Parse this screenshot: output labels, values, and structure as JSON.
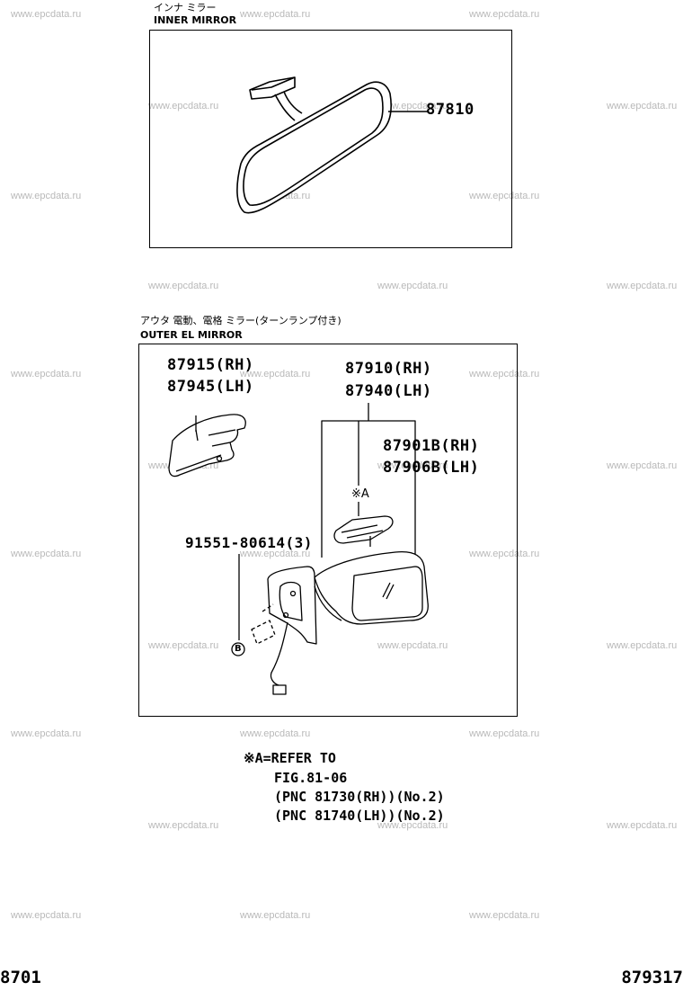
{
  "watermark": "www.epcdata.ru",
  "inner_section": {
    "title_jp": "インナ ミラー",
    "title_en": "INNER  MIRROR",
    "part_inner_mirror": "87810"
  },
  "outer_section": {
    "title_jp": "アウタ 電動、電格 ミラー(ターンランプ付き)",
    "title_en": "OUTER  EL  MIRROR",
    "part_cover_rh": "87915(RH)",
    "part_cover_lh": "87945(LH)",
    "part_mirror_rh": "87910(RH)",
    "part_mirror_lh": "87940(LH)",
    "part_lamp_rh": "87901B(RH)",
    "part_lamp_lh": "87906B(LH)",
    "part_screw": "91551-80614(3)",
    "marker_a": "※A",
    "marker_b": "B"
  },
  "note": {
    "line1": "※A=REFER  TO",
    "line2": "FIG.81-06",
    "line3": "(PNC  81730(RH))(No.2)",
    "line4": "(PNC  81740(LH))(No.2)"
  },
  "footer": {
    "left_code": "8701",
    "right_code": "879317"
  }
}
